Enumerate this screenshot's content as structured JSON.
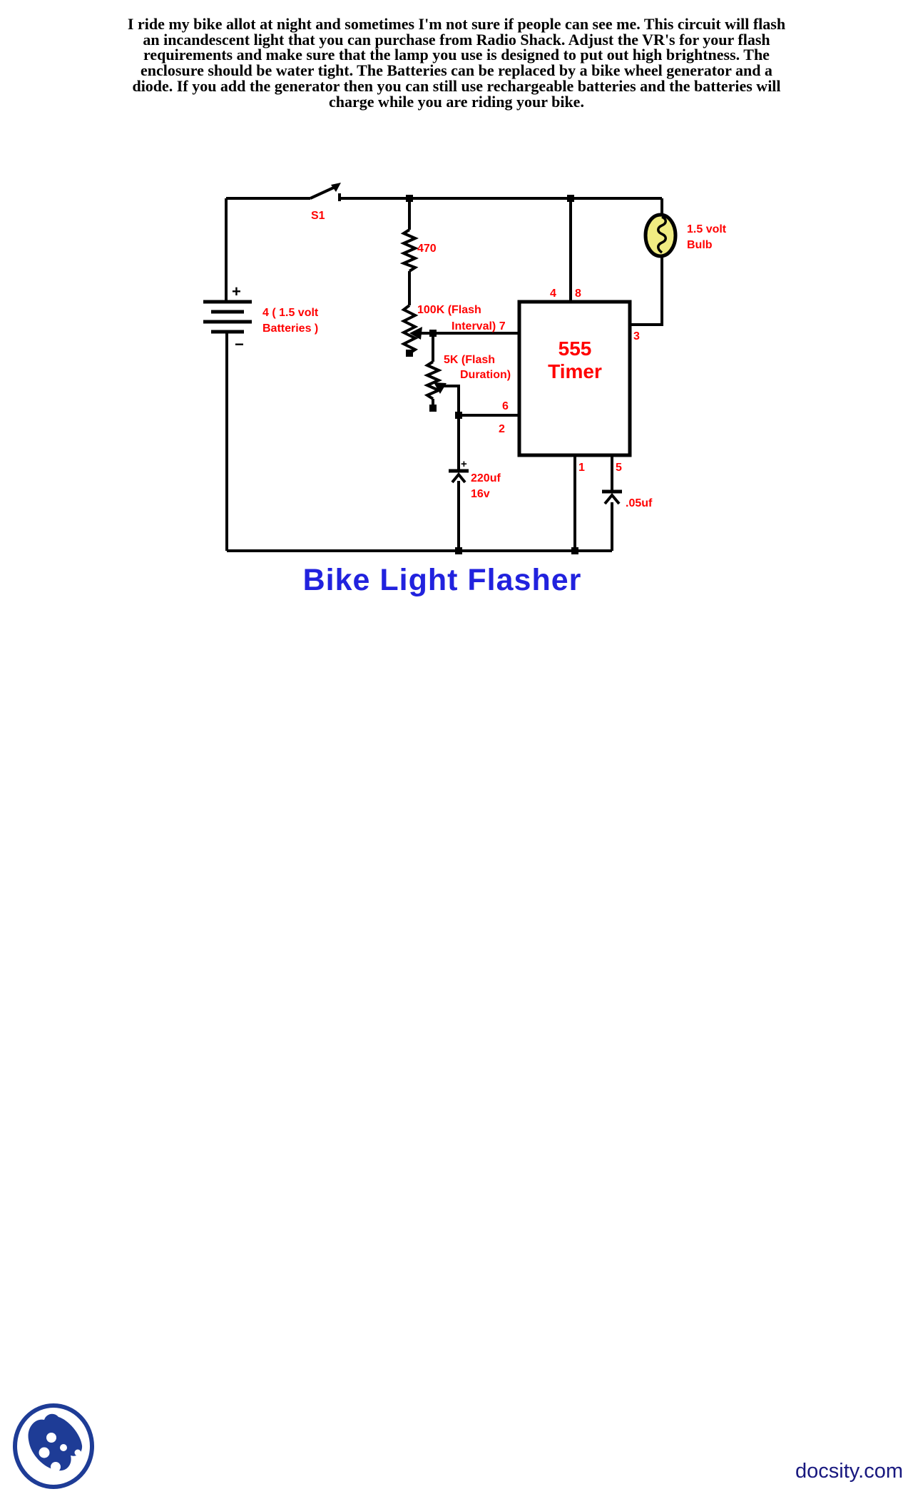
{
  "description": {
    "lines": [
      "I ride my bike allot at night and sometimes I'm not sure if people can see me. This circuit will flash",
      "an incandescent light that you can purchase from Radio Shack. Adjust the VR's for your flash",
      "requirements and make sure that the lamp you use is designed to put out high brightness. The",
      "enclosure should be water tight. The Batteries can be replaced by a bike wheel generator and a",
      "diode. If you add the generator then you can still use rechargeable batteries and the batteries will",
      "charge while you are riding your bike."
    ]
  },
  "circuit": {
    "switch_label": "S1",
    "battery_plus": "+",
    "battery_minus": "−",
    "battery_line1": "4 ( 1.5 volt",
    "battery_line2": "Batteries )",
    "resistor_470": "470",
    "resistor_100k_line1": "100K (Flash",
    "resistor_100k_line2": "Interval) 7",
    "resistor_5k_line1": "5K (Flash",
    "resistor_5k_line2": "Duration)",
    "timer_line1": "555",
    "timer_line2": "Timer",
    "pin4": "4",
    "pin8": "8",
    "pin3": "3",
    "pin6": "6",
    "pin2": "2",
    "pin1": "1",
    "pin5": "5",
    "cap220_plus": "+",
    "cap220_line1": "220uf",
    "cap220_line2": "16v",
    "cap05_label": ".05uf",
    "bulb_line1": "1.5 volt",
    "bulb_line2": "Bulb"
  },
  "title": "Bike Light Flasher",
  "footer": {
    "site": "docsity.com"
  },
  "colors": {
    "label_red": "#ff0000",
    "title_blue": "#2122de",
    "bulb_yellow": "#f0ec82",
    "logo_blue": "#1e3c96",
    "footer_navy": "#18187f"
  }
}
